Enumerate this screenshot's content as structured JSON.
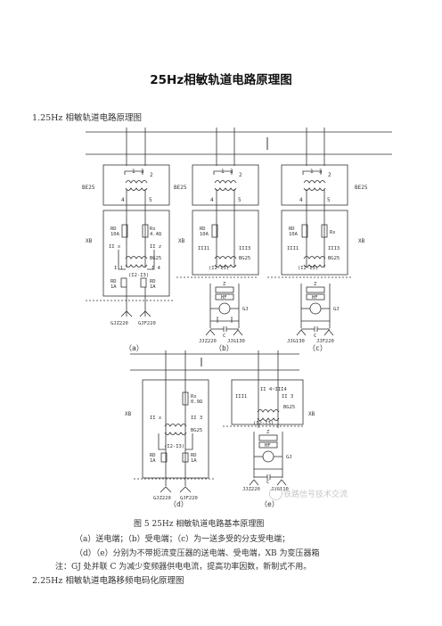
{
  "title": "25Hz相敏轨道电路原理图",
  "section1": "1.25Hz 相敏轨道电路原理图",
  "section2": "2.25Hz 相敏轨道电路移频电码化原理图",
  "figure_caption": "图 5 25Hz 相敏轨道电路基本原理图",
  "note_line1": "（a）送电端；（b）受电端；（c）为一送多受的分支受电端；",
  "note_line2": "（d）（e）分别为不带扼流变压器的送电端、受电端，XB 为变压器箱",
  "note_line3": "注：GJ 处并联 C 为减少变频器供电电流，提高功率因数，新制式不用。",
  "watermark": "铁路信号技术交流",
  "diagrams": {
    "a": {
      "label": "（a）",
      "be": "BE25",
      "xb": "XB",
      "r1": "RD",
      "r1v": "10A",
      "rx": "Rx",
      "rxv": "4.4Ω",
      "w1": "II x",
      "w2": "II z",
      "bg": "BG25",
      "i1": "I 1",
      "i4": "I 4",
      "loop": "(I2-I3)",
      "fuse": "RD",
      "fusev": "1A",
      "t1": "GJZ220",
      "t2": "GJF220"
    },
    "b": {
      "label": "（b）",
      "be": "BE25",
      "xb": "XB",
      "r1": "RD",
      "r1v": "10A",
      "w1": "III1",
      "w2": "III3",
      "bg": "BG25",
      "loop": "(I2-I3)",
      "z": "Z",
      "hf": "HF",
      "gj": "GJ",
      "c": "C",
      "t1": "JJZ220",
      "t2": "JJG130"
    },
    "c": {
      "label": "（c）",
      "be": "BE25",
      "xb": "XB",
      "r1": "RD",
      "r1v": "10A",
      "rs": "Rs",
      "w1": "III1",
      "w2": "III3",
      "bg": "BG25",
      "loop": "(I2-I3)",
      "z": "Z",
      "hf": "HF",
      "gj": "GJ",
      "c": "C",
      "t1": "JJG130",
      "t2": "JJF220"
    },
    "d": {
      "label": "（d）",
      "xb": "XB",
      "rx": "Rx",
      "rxv": "0.9Ω",
      "w1": "II x",
      "w2": "II 3",
      "bg": "BG25",
      "loop": "(I2-I3)",
      "fuse1": "RD",
      "fuse1v": "1A",
      "fuse2": "RD",
      "fuse2v": "1A",
      "t1": "GJZ220",
      "t2": "GJF220"
    },
    "e": {
      "label": "（e）",
      "xb": "XB",
      "top": "II 4~III4",
      "w1": "III1",
      "w2": "II 3",
      "bg": "BG25",
      "loop": "(I2-I3)",
      "z": "Z",
      "hf": "HF",
      "gj": "GJ",
      "c": "C",
      "t1": "JJZ220",
      "t2": "JJG110"
    }
  }
}
